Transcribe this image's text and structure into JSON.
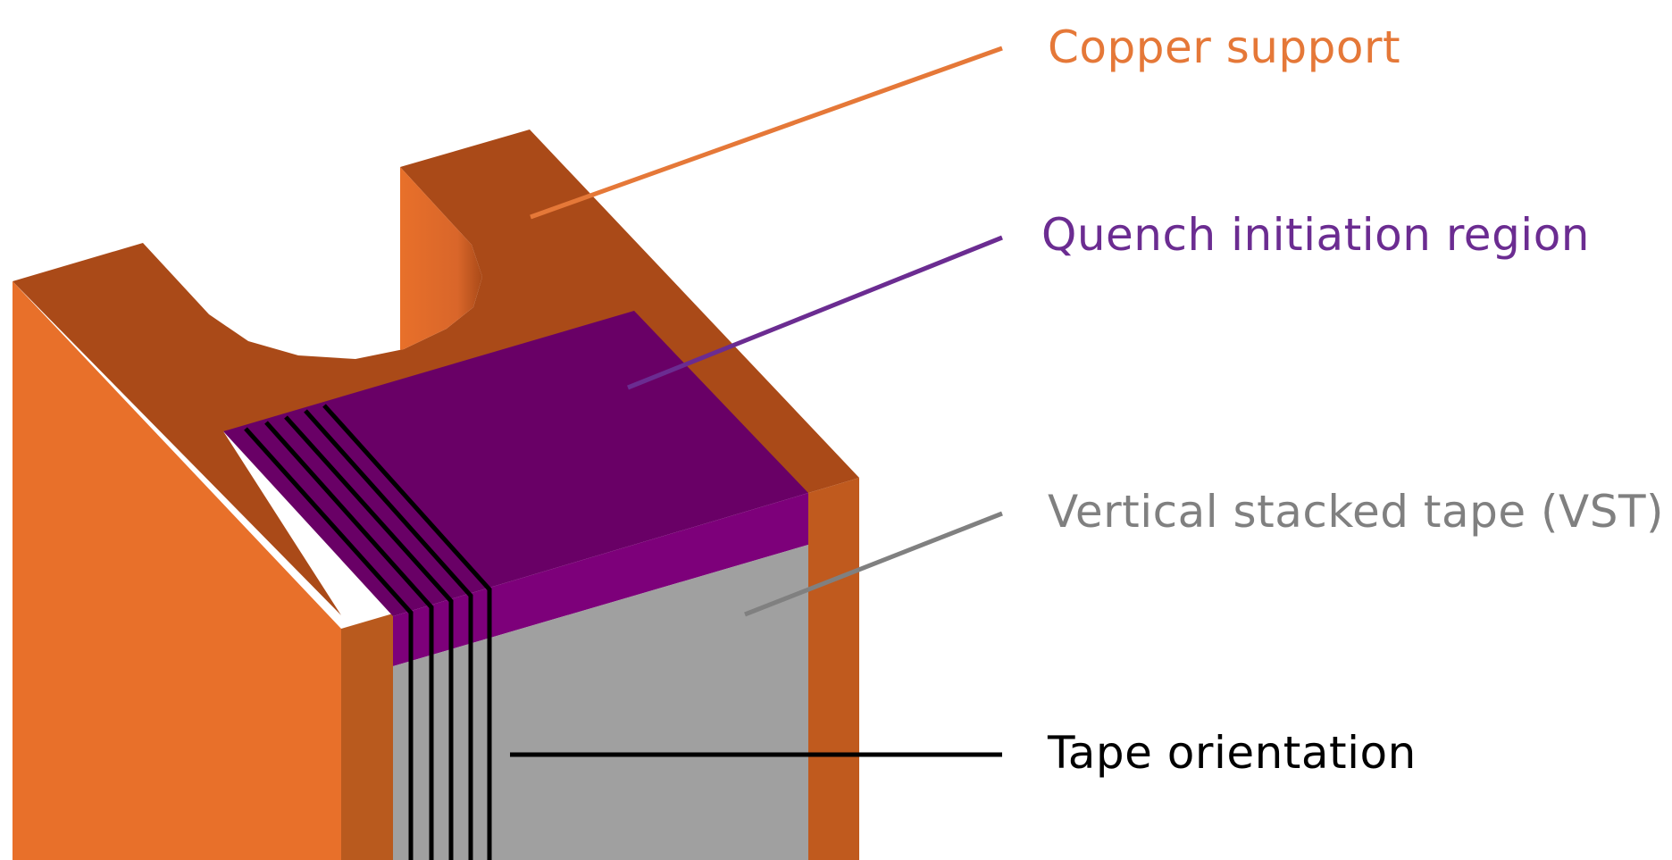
{
  "labels": {
    "copper_support": "Copper support",
    "quench_initiation_region": "Quench initiation region",
    "vertical_stacked_tape": "Vertical stacked tape (VST)",
    "tape_orientation": "Tape orientation"
  },
  "colors": {
    "copper_front": "#E8702A",
    "copper_top": "#AA4A18",
    "copper_inner_side": "#B95A1E",
    "quench_top": "#690066",
    "quench_band": "#7D007A",
    "vst_gray": "#A0A0A0",
    "tape_lines": "#000000",
    "label_copper": "#E57838",
    "label_quench": "#6B2C91",
    "label_vst": "#808080",
    "label_tape": "#000000"
  }
}
